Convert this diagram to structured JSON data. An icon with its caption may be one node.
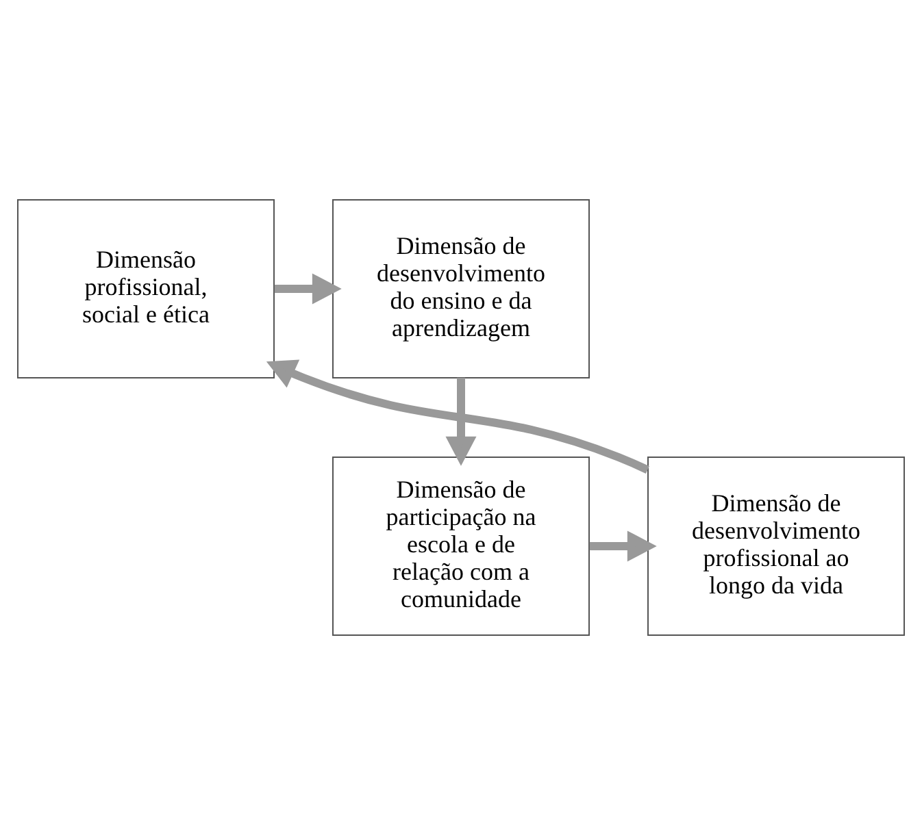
{
  "diagram": {
    "nodes": [
      {
        "text": [
          "Dimensão profissional, social e ética"
        ]
      },
      {
        "text": [
          "Dimensão de desenvolvimento do ensino e da aprendizagem"
        ]
      },
      {
        "text": [
          "Dimensão de desenvolvimento profissional ao longo da vida"
        ]
      },
      {
        "text": [
          "Dimensão de participação na escola e de relação com a comunidade"
        ]
      }
    ],
    "edges": [
      {
        "from": 0,
        "to": 1,
        "arrow": "to"
      },
      {
        "from": 1,
        "to": 3,
        "arrow": "to"
      },
      {
        "from": 3,
        "to": 2,
        "arrow": "to"
      },
      {
        "from": 2,
        "to": 0,
        "arrow": "to"
      }
    ]
  }
}
